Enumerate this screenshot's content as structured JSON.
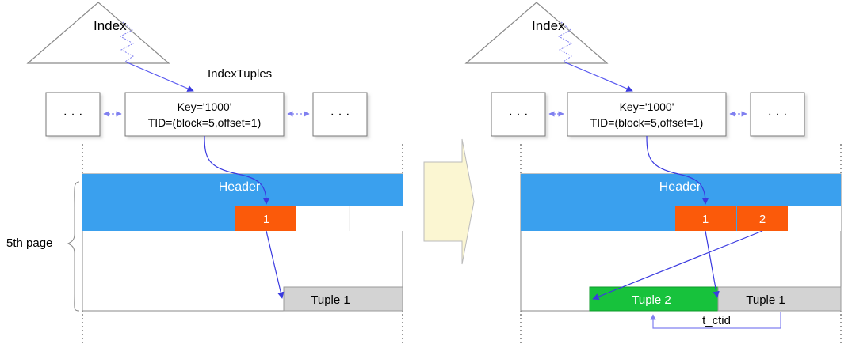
{
  "left": {
    "index_label": "Index",
    "index_tuples_label": "IndexTuples",
    "side_box_left": "· · ·",
    "side_box_right": "· · ·",
    "key_text": "Key='1000'",
    "tid_text": "TID=(block=5,offset=1)",
    "header_label": "Header",
    "line_pointer_1": "1",
    "tuple_1": "Tuple 1",
    "page_label": "5th page"
  },
  "right": {
    "index_label": "Index",
    "side_box_left": "· · ·",
    "side_box_right": "· · ·",
    "key_text": "Key='1000'",
    "tid_text": "TID=(block=5,offset=1)",
    "header_label": "Header",
    "line_pointer_1": "1",
    "line_pointer_2": "2",
    "tuple_2": "Tuple 2",
    "tuple_1": "Tuple 1",
    "ctid_label": "t_ctid"
  },
  "colors": {
    "header": "#3aa0ee",
    "line_pointer": "#fb5a0a",
    "tuple_old": "#d3d3d3",
    "tuple_new": "#17c23c",
    "arrow": "#3a3ae0",
    "link": "#8080f0",
    "transition_arrow": "#fbf6d2"
  }
}
